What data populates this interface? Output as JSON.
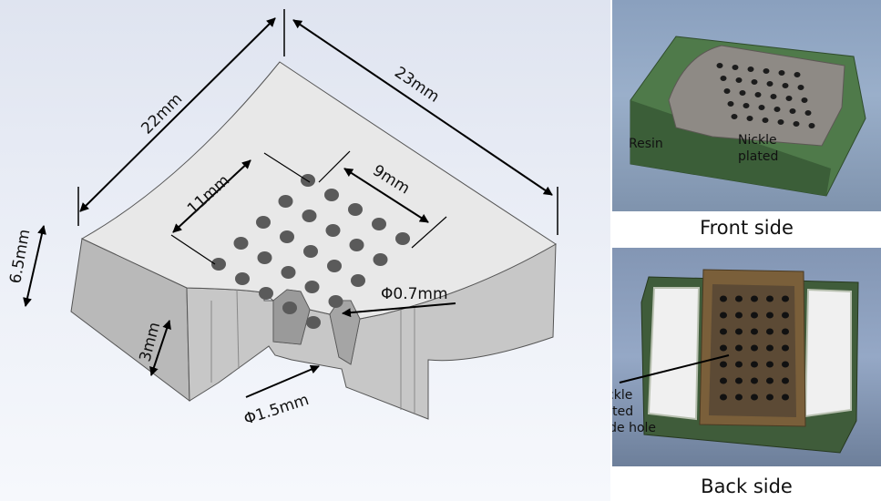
{
  "cad": {
    "dim_length_22": "22mm",
    "dim_length_23": "23mm",
    "dim_hole_span_11": "11mm",
    "dim_hole_span_9": "9mm",
    "dim_thickness": "6.5mm",
    "dim_side": "3mm",
    "dim_small_hole": "Φ0.7mm",
    "dim_large_hole": "Φ1.5mm"
  },
  "front_photo": {
    "label_resin": "Resin",
    "label_nickle": "Nickle",
    "label_plated": "plated",
    "caption": "Front side"
  },
  "back_photo": {
    "label_line1": "Nickle",
    "label_line2": "plated",
    "label_line3": "Inside hole",
    "caption": "Back side"
  }
}
